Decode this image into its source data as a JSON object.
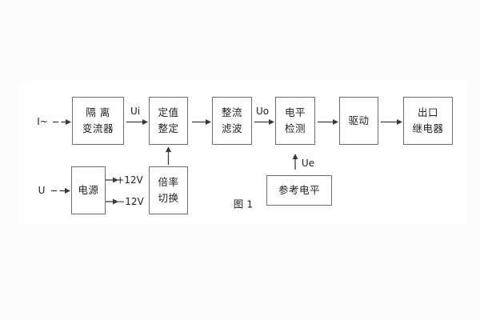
{
  "figure": {
    "caption": "图 1",
    "colors": {
      "background": "#fcfcfc",
      "panel_background": "#ffffff",
      "line_color": "#3a3a3a",
      "box_border_color": "#6e6e6e",
      "text_color": "#1f1f1f"
    }
  },
  "blocks": [
    {
      "id": "isolation-transformer",
      "line1": "隔 离",
      "line2": "变流器"
    },
    {
      "id": "setting-adjust",
      "line1": "定值",
      "line2": "整定"
    },
    {
      "id": "rectifier-filter",
      "line1": "整流",
      "line2": "滤波"
    },
    {
      "id": "level-detection",
      "line1": "电平",
      "line2": "检测"
    },
    {
      "id": "driver",
      "line1": "驱动"
    },
    {
      "id": "output-relay",
      "line1": "出口",
      "line2": "继电器"
    },
    {
      "id": "power-supply",
      "line1": "电源"
    },
    {
      "id": "ratio-switch",
      "line1": "倍率",
      "line2": "切换"
    },
    {
      "id": "reference-level",
      "line1": "参考电平"
    }
  ],
  "signals": {
    "input_current": "I~",
    "input_voltage": "U",
    "ui": "Ui",
    "uo": "Uo",
    "ue": "Ue",
    "plus_12v": "+12V",
    "minus_12v": "−12V"
  }
}
